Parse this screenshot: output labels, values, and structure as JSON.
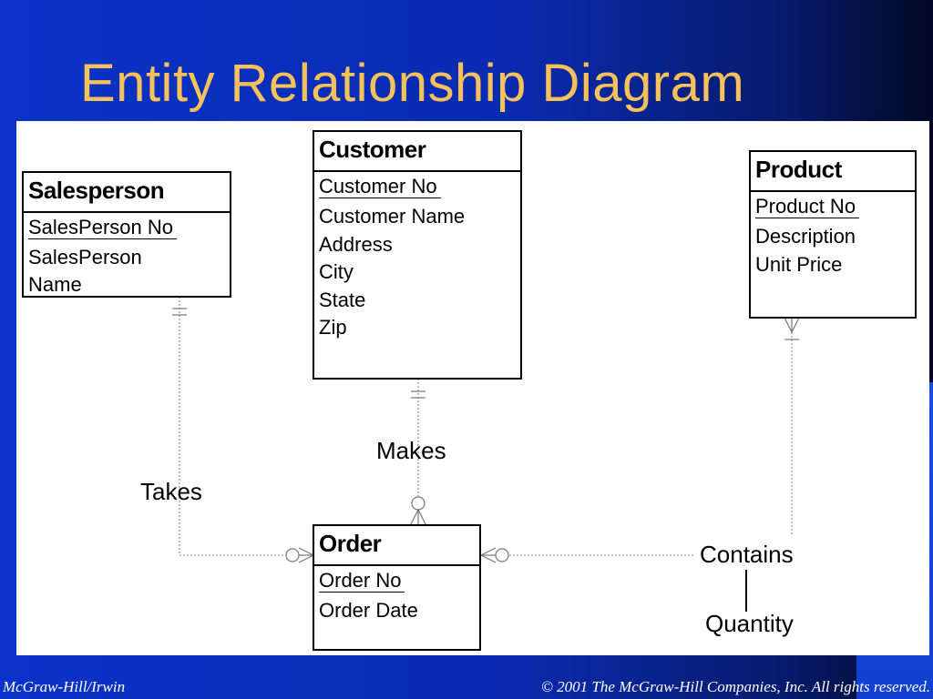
{
  "title": "Entity Relationship Diagram",
  "entities": {
    "salesperson": {
      "name": "Salesperson",
      "key": "SalesPerson No",
      "attributes": [
        "SalesPerson Name"
      ]
    },
    "customer": {
      "name": "Customer",
      "key": "Customer No",
      "attributes": [
        "Customer Name",
        "Address",
        "City",
        "State",
        "Zip"
      ]
    },
    "product": {
      "name": "Product",
      "key": "Product No",
      "attributes": [
        "Description",
        "Unit Price"
      ]
    },
    "order": {
      "name": "Order",
      "key": "Order No",
      "attributes": [
        "Order Date"
      ]
    }
  },
  "relationships": {
    "makes": "Makes",
    "takes": "Takes",
    "contains": "Contains",
    "contains_attribute": "Quantity"
  },
  "footer": {
    "left": "McGraw-Hill/Irwin",
    "right": "© 2001 The McGraw-Hill Companies, Inc. All rights reserved."
  }
}
